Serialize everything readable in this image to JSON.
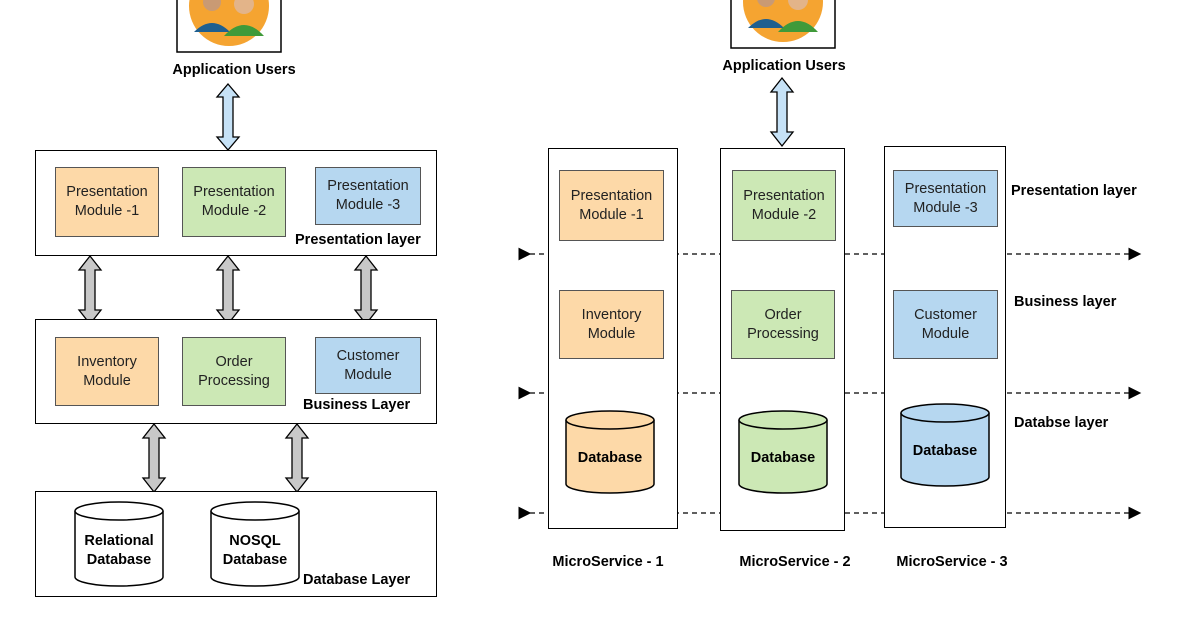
{
  "colors": {
    "orange": "#fdd9a8",
    "green": "#cce8b5",
    "blue": "#b6d7f0",
    "arrow_blue": "#c6e2f7",
    "arrow_gray": "#c8c8c8",
    "avatar_orange": "#f5a431"
  },
  "monolith": {
    "users_label": "Application Users",
    "presentation": {
      "label": "Presentation layer",
      "modules": [
        "Presentation\nModule -1",
        "Presentation\nModule -2",
        "Presentation\nModule -3"
      ]
    },
    "business": {
      "label": "Business Layer",
      "modules": [
        "Inventory\nModule",
        "Order\nProcessing",
        "Customer\nModule"
      ]
    },
    "database": {
      "label": "Database Layer",
      "dbs": [
        "Relational\nDatabase",
        "NOSQL\nDatabase"
      ]
    }
  },
  "microservices": {
    "users_label": "Application Users",
    "layer_labels": [
      "Presentation layer",
      "Business layer",
      "Databse layer"
    ],
    "services": [
      {
        "name": "MicroService - 1",
        "presentation": "Presentation\nModule -1",
        "business": "Inventory\nModule",
        "database": "Database"
      },
      {
        "name": "MicroService - 2",
        "presentation": "Presentation\nModule -2",
        "business": "Order\nProcessing",
        "database": "Database"
      },
      {
        "name": "MicroService - 3",
        "presentation": "Presentation\nModule -3",
        "business": "Customer\nModule",
        "database": "Database"
      }
    ]
  }
}
